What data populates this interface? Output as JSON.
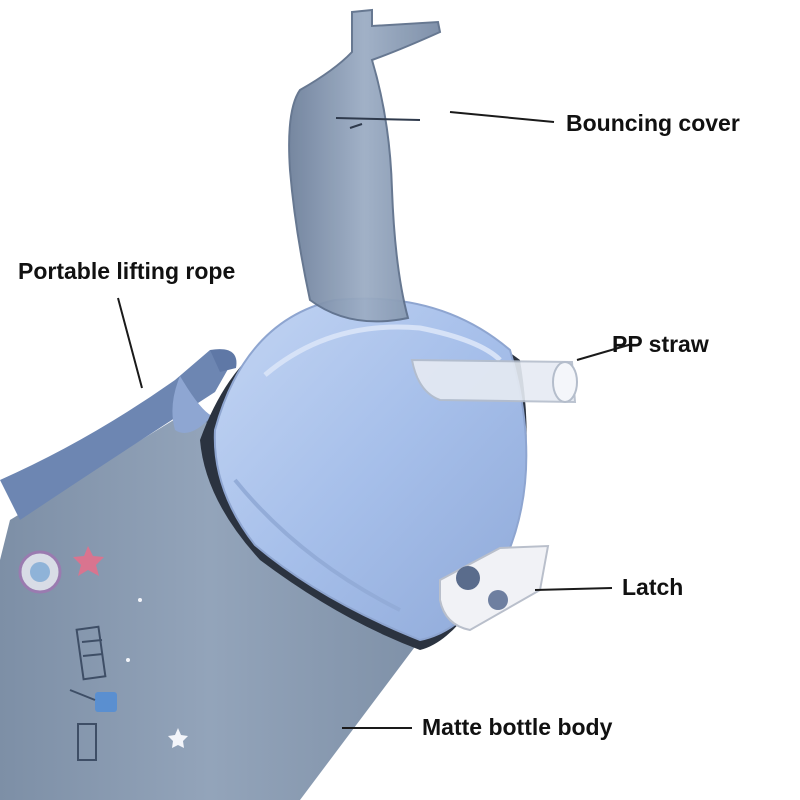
{
  "labels": {
    "bouncing_cover": "Bouncing cover",
    "lifting_rope": "Portable lifting rope",
    "pp_straw": "PP straw",
    "latch": "Latch",
    "bottle_body": "Matte bottle body"
  },
  "colors": {
    "background": "#ffffff",
    "bottle_body": "#8d9fb6",
    "lid": "#a7c0ea",
    "cover": "#7d8fa8",
    "strap": "#6f86b0",
    "latch": "#eef0f6",
    "text": "#111111"
  }
}
